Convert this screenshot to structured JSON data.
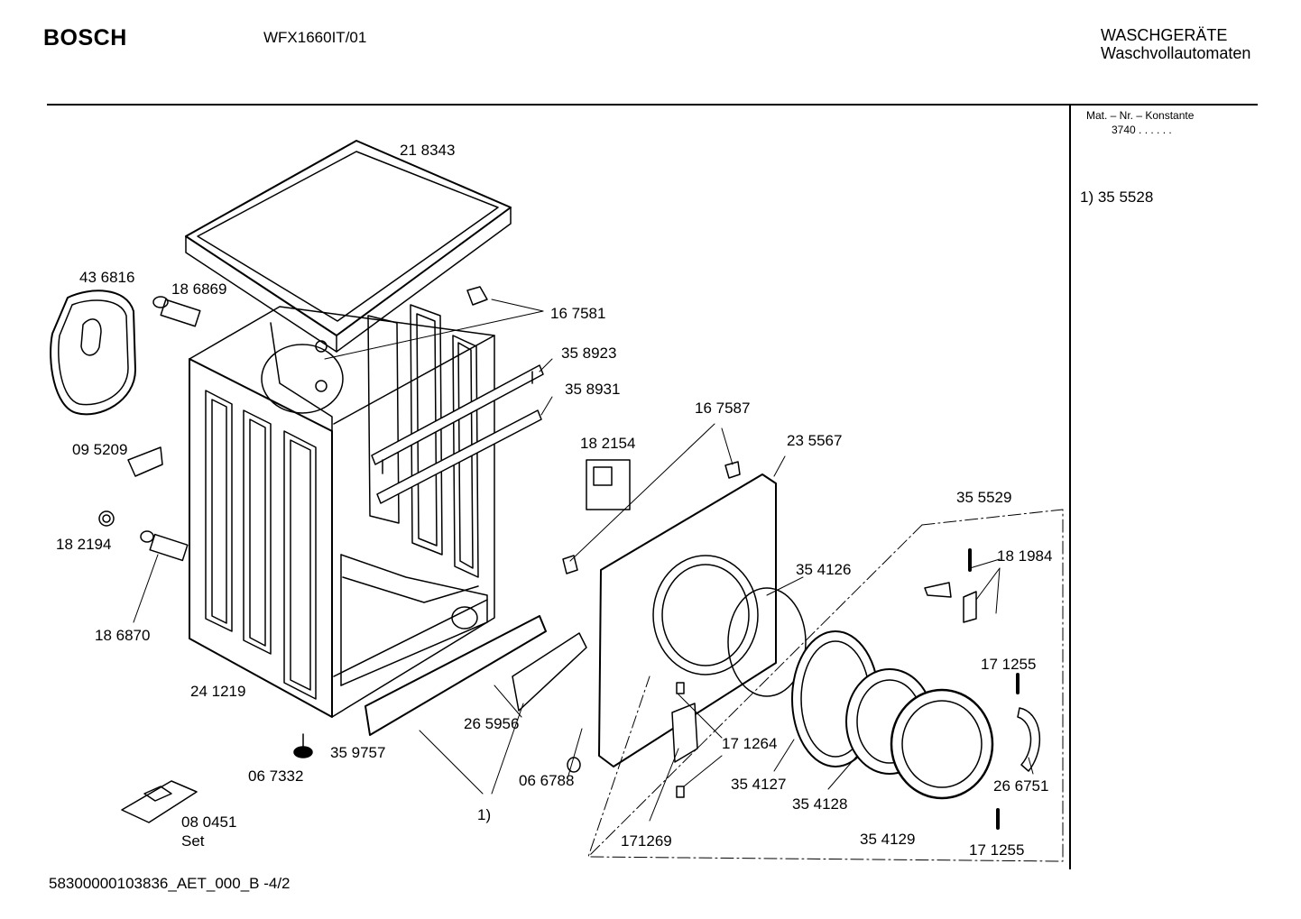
{
  "header": {
    "brand": "BOSCH",
    "model": "WFX1660IT/01",
    "category_line1": "WASCHGERÄTE",
    "category_line2": "Waschvollautomaten"
  },
  "sidebar": {
    "mat_label": "Mat. – Nr. – Konstante",
    "mat_value": "3740 . .   . . . .",
    "note": "1) 35 5528"
  },
  "footer": {
    "doc_id": "58300000103836_AET_000_B  -4/2"
  },
  "parts": [
    {
      "id": "p1",
      "label": "21 8343"
    },
    {
      "id": "p2",
      "label": "43 6816"
    },
    {
      "id": "p3",
      "label": "18 6869"
    },
    {
      "id": "p4",
      "label": "16 7581"
    },
    {
      "id": "p5",
      "label": "35 8923"
    },
    {
      "id": "p6",
      "label": "35 8931"
    },
    {
      "id": "p7",
      "label": "16 7587"
    },
    {
      "id": "p8",
      "label": "18 2154"
    },
    {
      "id": "p9",
      "label": "23 5567"
    },
    {
      "id": "p10",
      "label": "09 5209"
    },
    {
      "id": "p11",
      "label": "35 5529"
    },
    {
      "id": "p12",
      "label": "18 2194"
    },
    {
      "id": "p13",
      "label": "18 1984"
    },
    {
      "id": "p14",
      "label": "35 4126"
    },
    {
      "id": "p15",
      "label": "18 6870"
    },
    {
      "id": "p16",
      "label": "17 1255"
    },
    {
      "id": "p17",
      "label": "24 1219"
    },
    {
      "id": "p18",
      "label": "26 5956"
    },
    {
      "id": "p19",
      "label": "17 1264"
    },
    {
      "id": "p20",
      "label": "35 9757"
    },
    {
      "id": "p21",
      "label": "35 4127"
    },
    {
      "id": "p22",
      "label": "06 7332"
    },
    {
      "id": "p23",
      "label": "06 6788"
    },
    {
      "id": "p24",
      "label": "26 6751"
    },
    {
      "id": "p25",
      "label": "35 4128"
    },
    {
      "id": "p26",
      "label": "08 0451"
    },
    {
      "id": "p27",
      "label": "Set"
    },
    {
      "id": "p28",
      "label": "1)"
    },
    {
      "id": "p29",
      "label": "171269"
    },
    {
      "id": "p30",
      "label": "35 4129"
    },
    {
      "id": "p31",
      "label": "17 1255"
    }
  ]
}
